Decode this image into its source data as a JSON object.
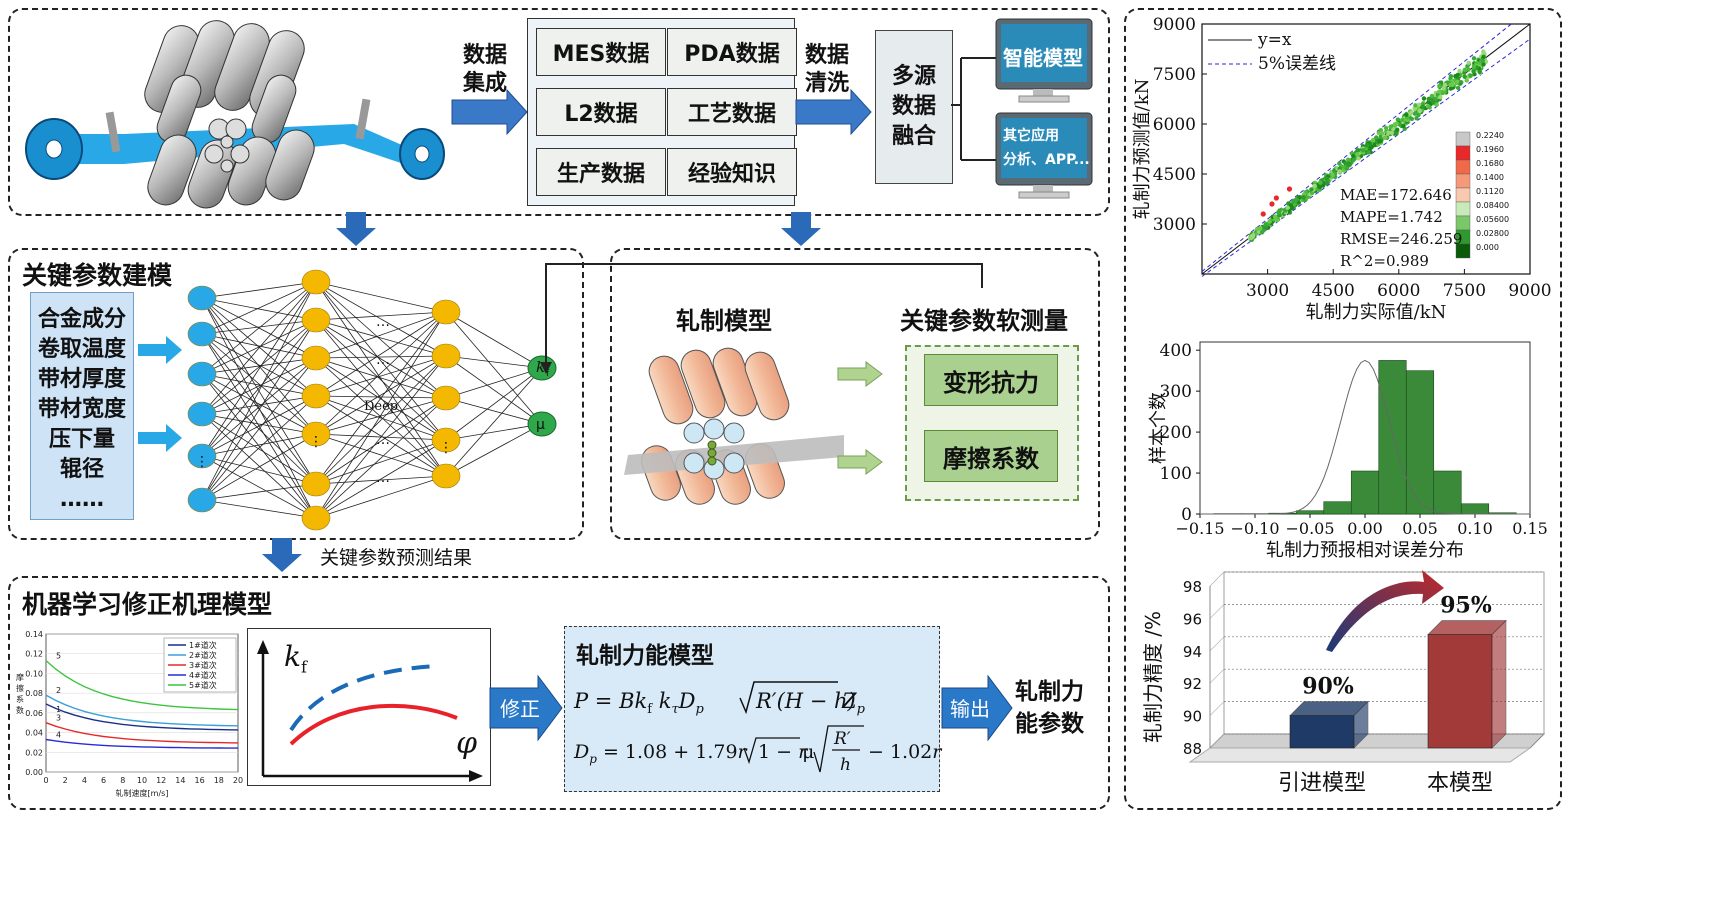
{
  "top": {
    "arrow_integrate": "数据\n集成",
    "sources": [
      "MES数据",
      "PDA数据",
      "L2数据",
      "工艺数据",
      "生产数据",
      "经验知识"
    ],
    "arrow_clean": "数据\n清洗",
    "fusion": "多源\n数据\n融合",
    "monitor1": "智能模型",
    "monitor2": "其它应用\n分析、APP..."
  },
  "key_model": {
    "title": "关键参数建模",
    "params": [
      "合金成分",
      "卷取温度",
      "带材厚度",
      "带材宽度",
      "压下量",
      "辊径",
      "……"
    ],
    "deep_label": "Deep",
    "dots": "…",
    "vdots": "⋮",
    "outputs": [
      "k",
      "μ"
    ],
    "output_sub": "f",
    "result_label": "关键参数预测结果"
  },
  "rolling": {
    "model_title": "轧制模型",
    "soft_title": "关键参数软测量",
    "cells": [
      "变形抗力",
      "摩擦系数"
    ]
  },
  "ml": {
    "title": "机器学习修正机理模型",
    "fric_chart": {
      "ylabel_chars": [
        "摩",
        "擦",
        "系",
        "数"
      ],
      "xlabel": "轧制速度[m/s]",
      "yticks": [
        "0.14",
        "0.12",
        "0.10",
        "0.08",
        "0.06",
        "0.04",
        "0.02",
        "0.00"
      ],
      "xticks": [
        "0",
        "2",
        "4",
        "6",
        "8",
        "10",
        "12",
        "14",
        "16",
        "18",
        "20"
      ],
      "legend": [
        "1#道次",
        "2#道次",
        "3#道次",
        "4#道次",
        "5#道次"
      ],
      "curve_labels": [
        "5",
        "2",
        "1",
        "3",
        "4"
      ],
      "colors": [
        "#1a2f8a",
        "#3aa0d8",
        "#e62a2a",
        "#2a2ad8",
        "#3cc43c"
      ]
    },
    "kf_label": "k",
    "kf_sub": "f",
    "phi_label": "φ",
    "correct_label": "修正",
    "formula_title": "轧制力能模型",
    "output_label": "输出",
    "final_label": "轧制力\n能参数"
  },
  "chart_data": [
    {
      "type": "scatter",
      "xlabel": "轧制力实际值/kN",
      "ylabel": "轧制力预测值/kN",
      "xlim": [
        1500,
        9000
      ],
      "ylim": [
        1500,
        9000
      ],
      "xticks": [
        "3000",
        "4500",
        "6000",
        "7500",
        "9000"
      ],
      "yticks": [
        "3000",
        "4500",
        "6000",
        "7500",
        "9000"
      ],
      "legend": [
        "y=x",
        "5%误差线"
      ],
      "metrics": [
        "MAE=172.646",
        "MAPE=1.742",
        "RMSE=246.259",
        "R^2=0.989"
      ],
      "colorbar": [
        "0.2240",
        "0.1960",
        "0.1680",
        "0.1400",
        "0.1120",
        "0.08400",
        "0.05600",
        "0.02800",
        "0.000"
      ],
      "colorbar_colors": [
        "#c8c8c8",
        "#e8282a",
        "#f06a4a",
        "#f49a7a",
        "#f8c8b0",
        "#c8eab8",
        "#7ac86a",
        "#2e9a2e",
        "#0a5a0a"
      ]
    },
    {
      "type": "bar",
      "xlabel": "轧制力预报相对误差分布",
      "ylabel": "样本个数",
      "categories": [
        "-0.125",
        "-0.10",
        "-0.075",
        "-0.05",
        "-0.025",
        "0.00",
        "0.025",
        "0.05",
        "0.075",
        "0.10",
        "0.125"
      ],
      "values": [
        1,
        1,
        2,
        8,
        30,
        105,
        375,
        350,
        105,
        25,
        3
      ],
      "xticks": [
        "-0.15",
        "-0.10",
        "-0.05",
        "0.00",
        "0.05",
        "0.10",
        "0.15"
      ],
      "yticks": [
        "400",
        "300",
        "200",
        "100",
        "0"
      ],
      "ylim": [
        0,
        420
      ]
    },
    {
      "type": "bar",
      "ylabel": "轧制力精度 /%",
      "categories": [
        "引进模型",
        "本模型"
      ],
      "values": [
        90,
        95
      ],
      "value_labels": [
        "90%",
        "95%"
      ],
      "yticks": [
        "98",
        "96",
        "94",
        "92",
        "90",
        "88"
      ],
      "ylim": [
        88,
        98
      ],
      "colors": [
        "#1f3a66",
        "#a33a3a"
      ]
    }
  ]
}
